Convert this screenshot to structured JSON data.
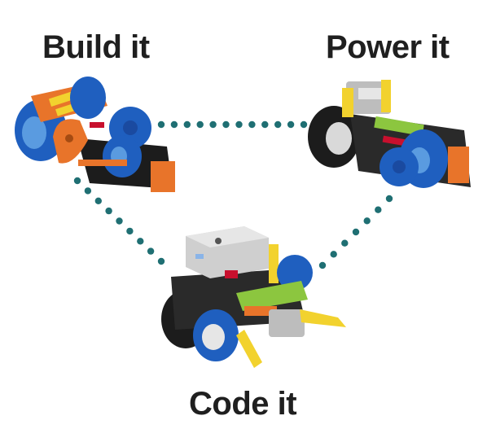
{
  "stages": {
    "build": {
      "label": "Build it"
    },
    "power": {
      "label": "Power it"
    },
    "code": {
      "label": "Code it"
    }
  },
  "colors": {
    "dot": "#1f6f73",
    "text": "#1f1f1f",
    "blue": "#1f5fbf",
    "orange": "#e8742a",
    "yellow": "#f2d22e",
    "green": "#8cc63f",
    "black": "#1c1c1c",
    "gray": "#bdbdbd",
    "red": "#c8102e"
  },
  "illustrations": [
    {
      "name": "build-robot-illustration"
    },
    {
      "name": "power-robot-illustration"
    },
    {
      "name": "code-robot-illustration"
    }
  ]
}
